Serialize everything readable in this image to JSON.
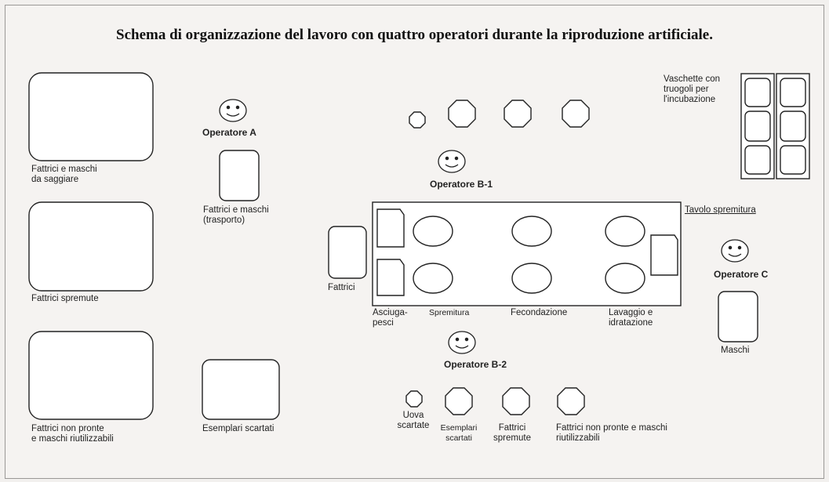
{
  "title": "Schema di organizzazione del lavoro con quattro operatori durante la riproduzione artificiale.",
  "operators": {
    "a": "Operatore A",
    "b1": "Operatore B-1",
    "b2": "Operatore B-2",
    "c": "Operatore C"
  },
  "areas": {
    "fattrici_maschi_saggiare": "Fattrici e maschi\nda saggiare",
    "fattrici_spremute": "Fattrici spremute",
    "fattrici_non_pronte": "Fattrici non pronte\ne maschi riutilizzabili",
    "fattrici_maschi_trasporto": "Fattrici e maschi\n(trasporto)",
    "esemplari_scartati": "Esemplari scartati",
    "fattrici": "Fattrici",
    "maschi": "Maschi",
    "vaschette": "Vaschette con\ntruogoli per\nl'incubazione"
  },
  "table": {
    "title": "Tavolo spremitura",
    "asciugapesci": "Asciuga-\npesci",
    "spremitura": "Spremitura",
    "fecondazione": "Fecondazione",
    "lavaggio": "Lavaggio e\nidratazione"
  },
  "containers": {
    "uova_scartate": "Uova\nscartate",
    "esemplari_scartati": "Esemplari\nscartati",
    "fattrici_spremute": "Fattrici\nspremute",
    "fattrici_non_pronte": "Fattrici non pronte e maschi\nriutilizzabili"
  }
}
